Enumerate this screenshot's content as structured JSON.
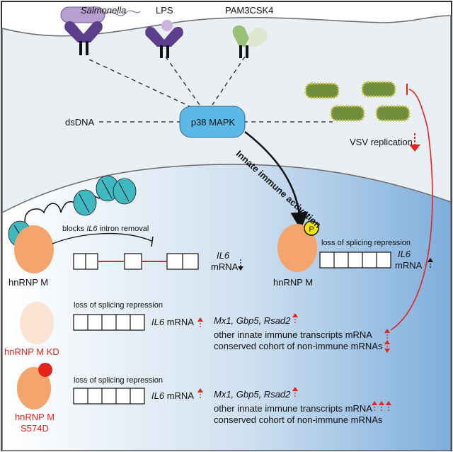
{
  "receptors": {
    "salmonella": "Salmonella",
    "lps": "LPS",
    "pam3csk4": "PAM3CSK4"
  },
  "cytoplasm": {
    "dsdna": "dsDNA",
    "p38": "p38 MAPK",
    "activation": "Innate immune activation",
    "vsv": "VSV replication"
  },
  "nucleus": {
    "blocks_prefix": "blocks ",
    "blocks_gene": "IL6",
    "blocks_suffix": " intron removal",
    "hnrnp_m": "hnRNP M",
    "il6": "IL6",
    "mrna": "mRNA",
    "loss": "loss of splicing repression",
    "phospho": "P"
  },
  "kd_row": {
    "label": "hnRNP M KD",
    "loss": "loss of splicing repression",
    "il6": "IL6",
    "mrna": " mRNA",
    "genes": "Mx1, Gbp5, Rsad2",
    "line2": "other innate immune transcripts mRNA",
    "line3": "conserved cohort of non-immune mRNAs"
  },
  "s574d_row": {
    "label_line1": "hnRNP M",
    "label_line2": "S574D",
    "loss": "loss of splicing repression",
    "il6": "IL6",
    "mrna": " mRNA",
    "genes": "Mx1, Gbp5, Rsad2",
    "line2": "other innate immune transcripts mRNA",
    "line3": "conserved cohort of non-immune mRNAs"
  },
  "colors": {
    "receptor": "#5b3f8c",
    "tlr2": "#9bc07c",
    "hnrnp": "#f4a46d",
    "hnrnp_kd": "#fbe3d3",
    "phospho": "#f5e400",
    "s574d_dot": "#e3241b",
    "p38": "#5cb8e6",
    "virus": "#6f8f3c",
    "red": "#e3241b"
  }
}
